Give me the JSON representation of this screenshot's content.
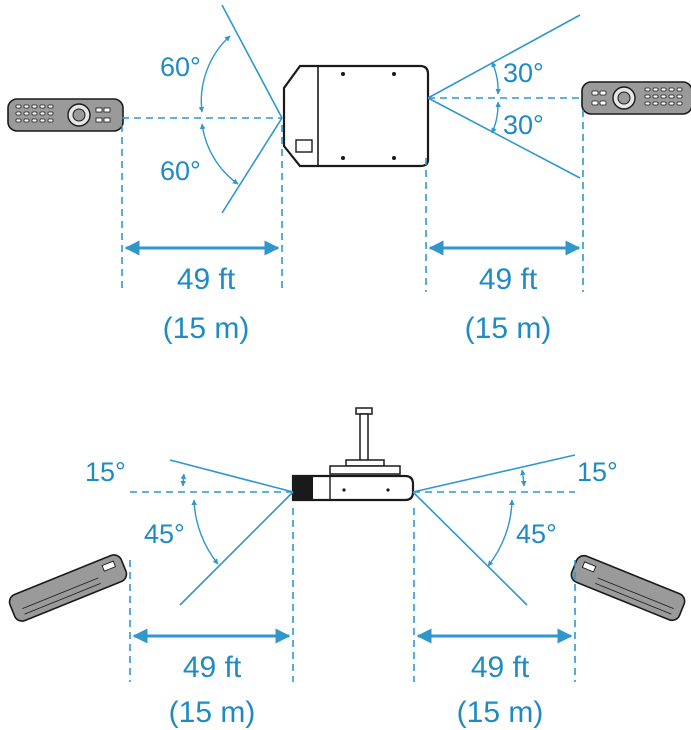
{
  "top": {
    "left": {
      "angle_up": "60°",
      "angle_down": "60°",
      "distance_ft": "49 ft",
      "distance_m": "(15 m)"
    },
    "right": {
      "angle_up": "30°",
      "angle_down": "30°",
      "distance_ft": "49 ft",
      "distance_m": "(15 m)"
    }
  },
  "bottom": {
    "left": {
      "angle_up": "15°",
      "angle_down": "45°",
      "distance_ft": "49 ft",
      "distance_m": "(15 m)"
    },
    "right": {
      "angle_up": "15°",
      "angle_down": "45°",
      "distance_ft": "49 ft",
      "distance_m": "(15 m)"
    }
  },
  "colors": {
    "accent": "#2f97cc",
    "text": "#1f8bc4",
    "outline": "#1a1a1a",
    "remote": "#9a9a9a"
  },
  "icons": [
    "remote-control-icon",
    "projector-top-view-icon",
    "ceiling-projector-icon"
  ]
}
